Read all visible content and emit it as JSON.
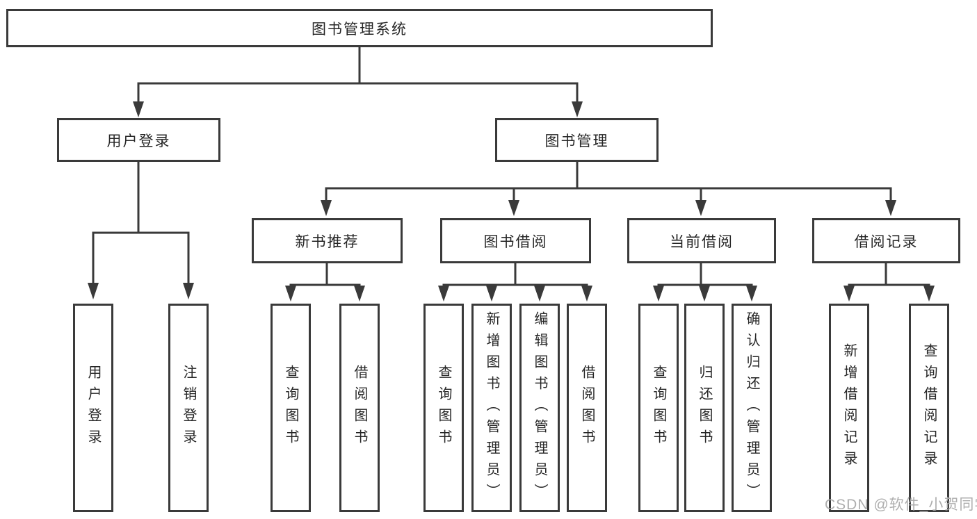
{
  "diagram": {
    "title": "图书管理系统",
    "root": {
      "label": "图书管理系统"
    },
    "branches": [
      {
        "label": "用户登录"
      },
      {
        "label": "图书管理"
      }
    ],
    "modules": [
      {
        "label": "新书推荐"
      },
      {
        "label": "图书借阅"
      },
      {
        "label": "当前借阅"
      },
      {
        "label": "借阅记录"
      }
    ],
    "leaves": [
      {
        "label": "用户登录",
        "parent": "用户登录"
      },
      {
        "label": "注销登录",
        "parent": "用户登录"
      },
      {
        "label": "查询图书",
        "parent": "新书推荐"
      },
      {
        "label": "借阅图书",
        "parent": "新书推荐"
      },
      {
        "label": "查询图书",
        "parent": "图书借阅"
      },
      {
        "label": "新增图书（管理员）",
        "parent": "图书借阅"
      },
      {
        "label": "编辑图书（管理员）",
        "parent": "图书借阅"
      },
      {
        "label": "借阅图书",
        "parent": "图书借阅"
      },
      {
        "label": "查询图书",
        "parent": "当前借阅"
      },
      {
        "label": "归还图书",
        "parent": "当前借阅"
      },
      {
        "label": "确认归还（管理员）",
        "parent": "当前借阅"
      },
      {
        "label": "新增借阅记录",
        "parent": "借阅记录"
      },
      {
        "label": "查询借阅记录",
        "parent": "借阅记录"
      }
    ]
  },
  "watermark": {
    "text": "CSDN @软件_小贺同学"
  },
  "colors": {
    "line": "#3a3a3a",
    "border": "#3a3a3a",
    "text": "#262626",
    "background": "#ffffff",
    "watermark": "#aaaaaa"
  }
}
